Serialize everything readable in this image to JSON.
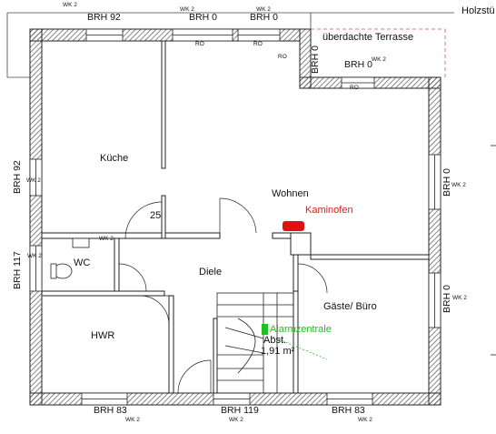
{
  "rooms": {
    "kueche": "Küche",
    "wohnen": "Wohnen",
    "diele": "Diele",
    "wc": "WC",
    "hwr": "HWR",
    "gaeste": "Gäste/ Büro",
    "terrasse": "überdachte Terrasse"
  },
  "annotations": {
    "kaminofen": "Kaminofen",
    "alarmzentrale": "Alarmzentrale",
    "abst": "Abst.",
    "area": "1,91 m²",
    "holz": "Holzstü",
    "num25": "25"
  },
  "brh": {
    "top_left": "BRH 92",
    "top_mid1": "BRH 0",
    "top_mid2": "BRH 0",
    "terrace_vert": "BRH 0",
    "terrace_horiz": "BRH 0",
    "left_upper": "BRH 92",
    "left_lower": "BRH 117",
    "right_upper": "BRH 0",
    "right_lower": "BRH 0",
    "bottom_left": "BRH 83",
    "bottom_mid": "BRH 119",
    "bottom_right": "BRH 83"
  },
  "wk": "WK 2",
  "ro": "RO",
  "colors": {
    "wall_line": "#222222",
    "hatch": "#555555",
    "kaminofen_marker": "#e01010",
    "kaminofen_text": "#e0201c",
    "alarm_marker": "#20c020",
    "terrace_dash": "#e05050"
  }
}
